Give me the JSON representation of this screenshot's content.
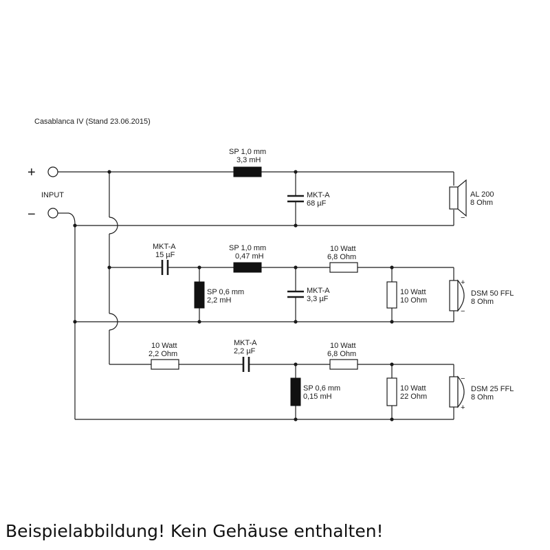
{
  "title": "Casablanca IV (Stand 23.06.2015)",
  "input": {
    "label": "INPUT",
    "plus": "+",
    "minus": "−"
  },
  "sections": {
    "bass": {
      "coil": {
        "l1": "SP 1,0 mm",
        "l2": "3,3 mH"
      },
      "cap": {
        "l1": "MKT-A",
        "l2": "68 µF"
      },
      "speaker": {
        "l1": "AL 200",
        "l2": "8 Ohm",
        "pol_bottom": "−"
      }
    },
    "mid": {
      "cap_series": {
        "l1": "MKT-A",
        "l2": "15 µF"
      },
      "coil_shunt": {
        "l1": "SP 0,6 mm",
        "l2": "2,2 mH"
      },
      "coil_series": {
        "l1": "SP 1,0 mm",
        "l2": "0,47 mH"
      },
      "cap_shunt": {
        "l1": "MKT-A",
        "l2": "3,3 µF"
      },
      "res_series": {
        "l1": "10 Watt",
        "l2": "6,8 Ohm"
      },
      "res_shunt": {
        "l1": "10 Watt",
        "l2": "10 Ohm"
      },
      "speaker": {
        "l1": "DSM 50 FFL",
        "l2": "8 Ohm",
        "pol_top": "+",
        "pol_bottom": "−"
      }
    },
    "tweeter": {
      "res_series1": {
        "l1": "10 Watt",
        "l2": "2,2 Ohm"
      },
      "cap_series": {
        "l1": "MKT-A",
        "l2": "2,2 µF"
      },
      "res_series2": {
        "l1": "10 Watt",
        "l2": "6,8 Ohm"
      },
      "coil_shunt": {
        "l1": "SP 0,6 mm",
        "l2": "0,15 mH"
      },
      "res_shunt": {
        "l1": "10 Watt",
        "l2": "22 Ohm"
      },
      "speaker": {
        "l1": "DSM 25 FFL",
        "l2": "8 Ohm",
        "pol_top": "−",
        "pol_bottom": "+"
      }
    }
  },
  "caption": "Beispielabbildung! Kein Gehäuse enthalten!"
}
